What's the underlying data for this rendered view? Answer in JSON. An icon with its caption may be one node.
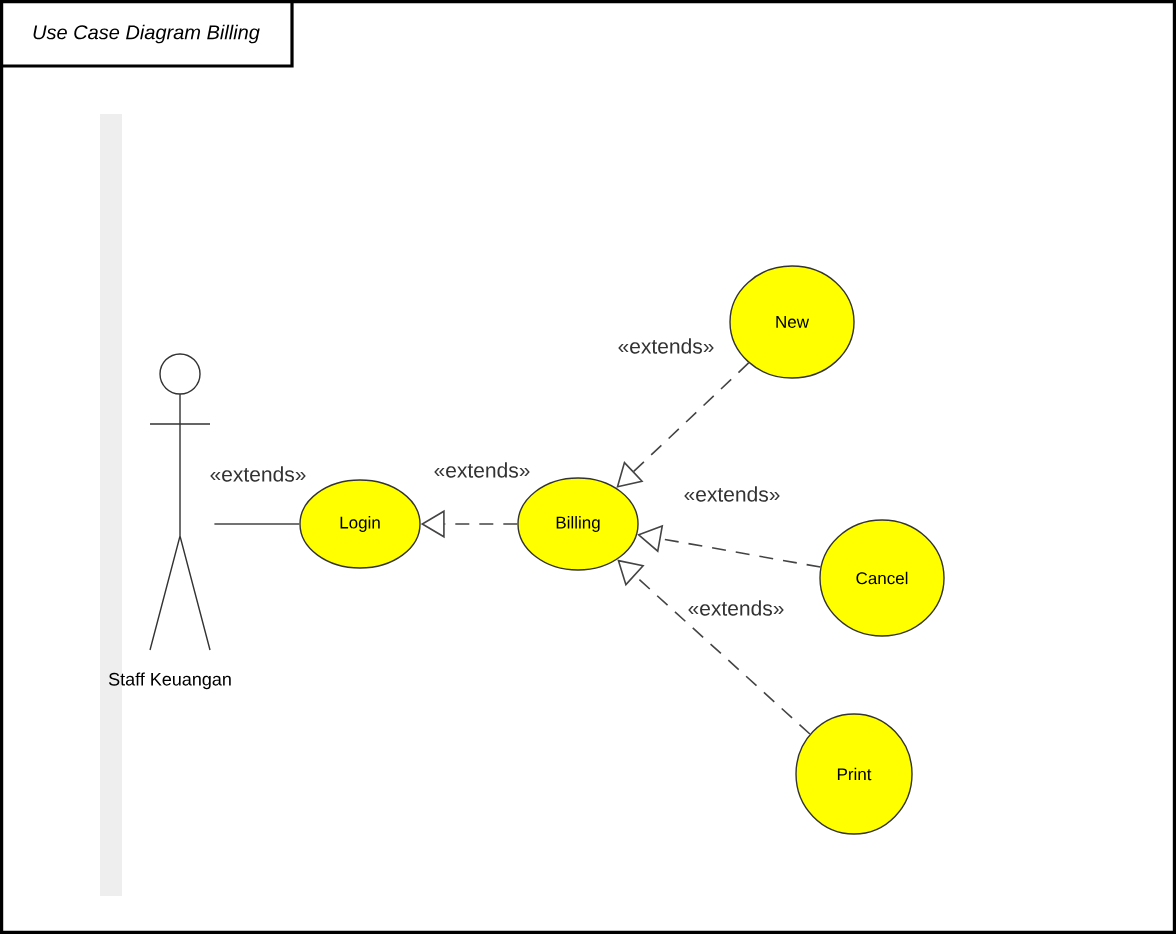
{
  "diagram": {
    "title": "Use Case Diagram Billing",
    "nodes": [
      {
        "text": [
          "Staff Keuangan"
        ]
      },
      {
        "text": [
          "Login"
        ]
      },
      {
        "text": [
          "Billing"
        ]
      },
      {
        "text": [
          "New"
        ]
      },
      {
        "text": [
          "Cancel"
        ]
      },
      {
        "text": [
          "Print"
        ]
      }
    ],
    "edges": [
      {
        "from": 0,
        "to": 1,
        "arrow": "none",
        "label": "«extends»"
      },
      {
        "from": 2,
        "to": 1,
        "arrow": "to",
        "label": "«extends»",
        "style": "dashed"
      },
      {
        "from": 3,
        "to": 2,
        "arrow": "to",
        "label": "«extends»",
        "style": "dashed"
      },
      {
        "from": 4,
        "to": 2,
        "arrow": "to",
        "label": "«extends»",
        "style": "dashed"
      },
      {
        "from": 5,
        "to": 2,
        "arrow": "to",
        "label": "«extends»",
        "style": "dashed"
      }
    ]
  }
}
